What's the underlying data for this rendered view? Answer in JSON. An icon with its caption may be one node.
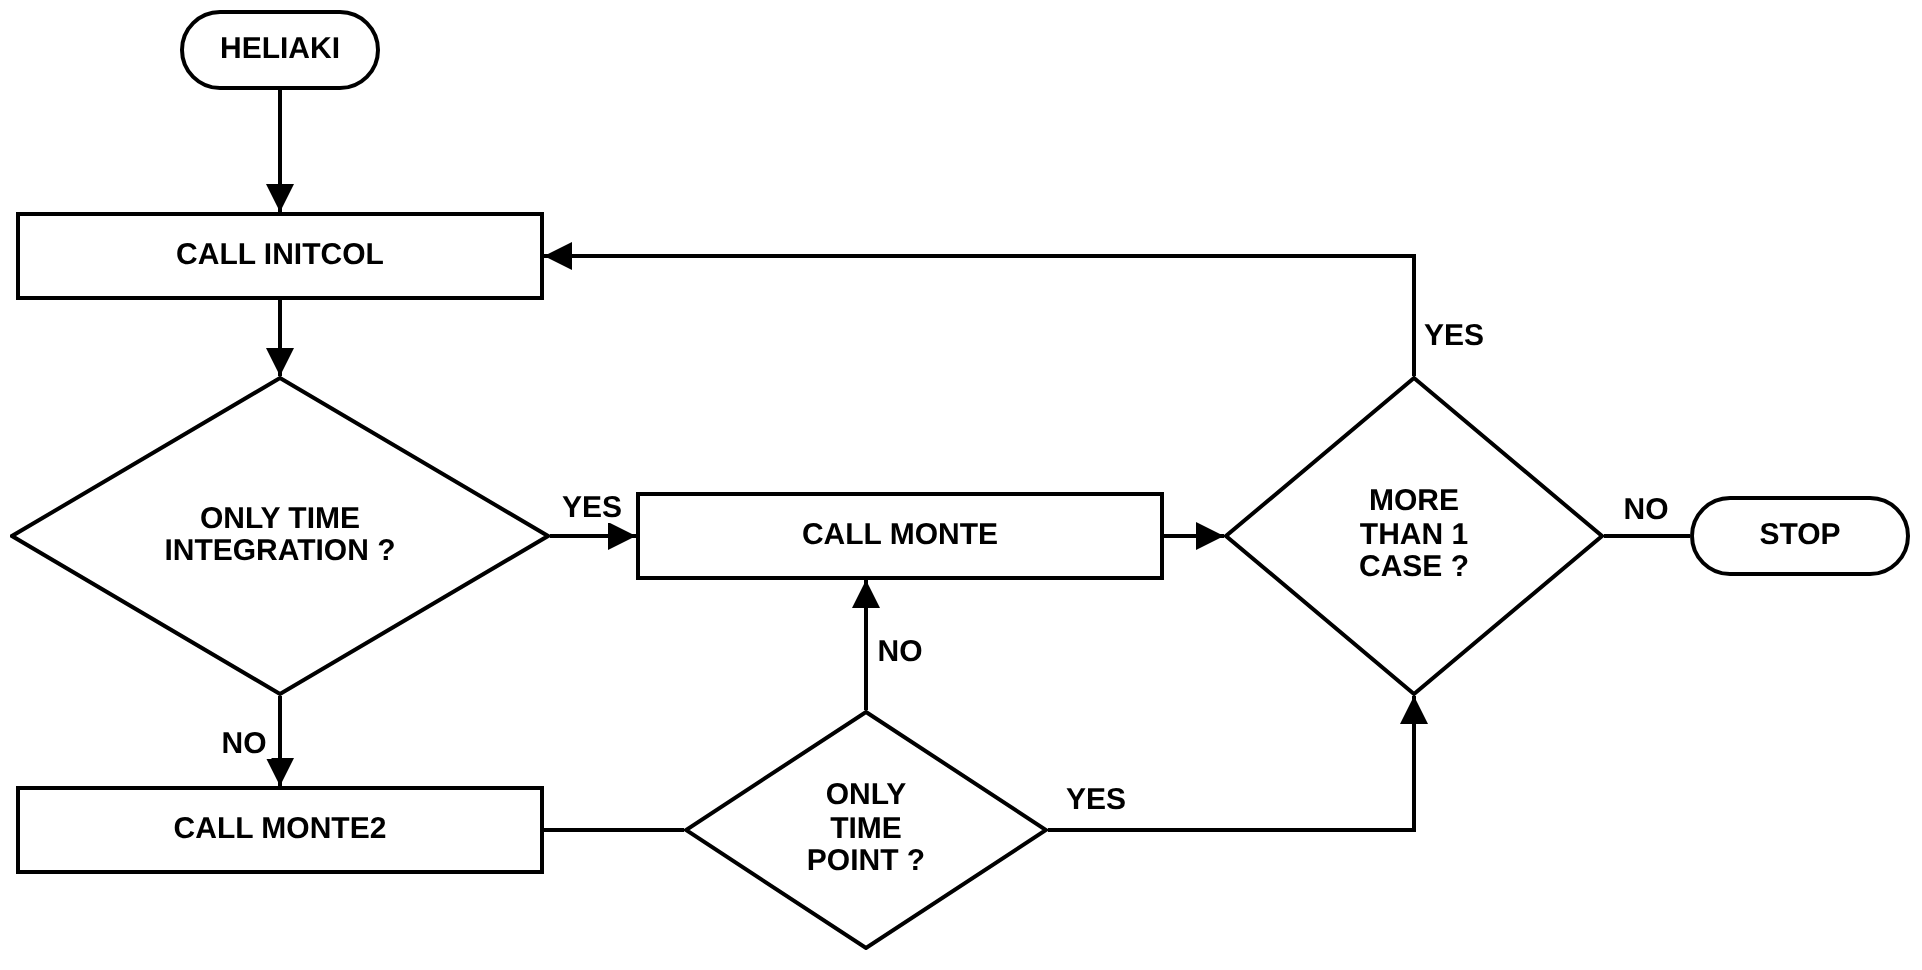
{
  "diagram": {
    "nodes": [
      {
        "text": [
          "HELIAKI"
        ]
      },
      {
        "text": [
          "CALL INITCOL"
        ]
      },
      {
        "text": [
          "ONLY TIME INTEGRATION ?"
        ]
      },
      {
        "text": [
          "CALL MONTE"
        ]
      },
      {
        "text": [
          "MORE THAN 1 CASE ?"
        ]
      },
      {
        "text": [
          "STOP"
        ]
      },
      {
        "text": [
          "CALL MONTE2"
        ]
      },
      {
        "text": [
          "ONLY TIME POINT ?"
        ]
      }
    ],
    "edges": [
      {
        "from": 0,
        "to": 1,
        "arrow": "to"
      },
      {
        "from": 1,
        "to": 2,
        "arrow": "to"
      },
      {
        "from": 2,
        "to": 3,
        "arrow": "to",
        "label": "YES"
      },
      {
        "from": 2,
        "to": 6,
        "arrow": "to",
        "label": "NO"
      },
      {
        "from": 6,
        "to": 7,
        "arrow": "none"
      },
      {
        "from": 7,
        "to": 3,
        "arrow": "to",
        "label": "NO"
      },
      {
        "from": 7,
        "to": 4,
        "arrow": "to",
        "label": "YES"
      },
      {
        "from": 3,
        "to": 4,
        "arrow": "to"
      },
      {
        "from": 4,
        "to": 5,
        "arrow": "none",
        "label": "NO"
      },
      {
        "from": 4,
        "to": 1,
        "arrow": "to",
        "label": "YES"
      }
    ]
  }
}
